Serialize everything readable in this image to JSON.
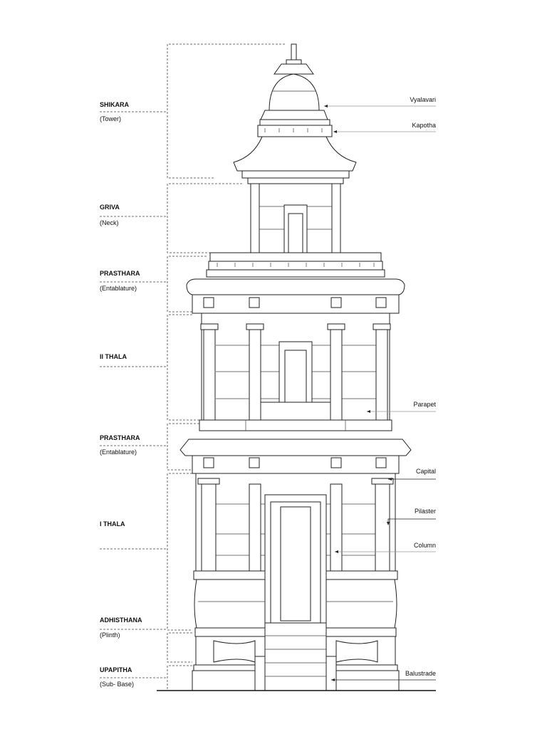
{
  "left_labels": [
    {
      "title": "SHIKARA",
      "sub": "(Tower)"
    },
    {
      "title": "GRIVA",
      "sub": "(Neck)"
    },
    {
      "title": "PRASTHARA",
      "sub": "(Entablature)"
    },
    {
      "title": "II THALA",
      "sub": ""
    },
    {
      "title": "PRASTHARA",
      "sub": "(Entablature)"
    },
    {
      "title": "I THALA",
      "sub": ""
    },
    {
      "title": "ADHISTHANA",
      "sub": "(Plinth)"
    },
    {
      "title": "UPAPITHA",
      "sub": "(Sub- Base)"
    }
  ],
  "right_labels": [
    "Vyalavari",
    "Kapotha",
    "Parapet",
    "Capital",
    "Pilaster",
    "Column",
    "Balustrade"
  ]
}
